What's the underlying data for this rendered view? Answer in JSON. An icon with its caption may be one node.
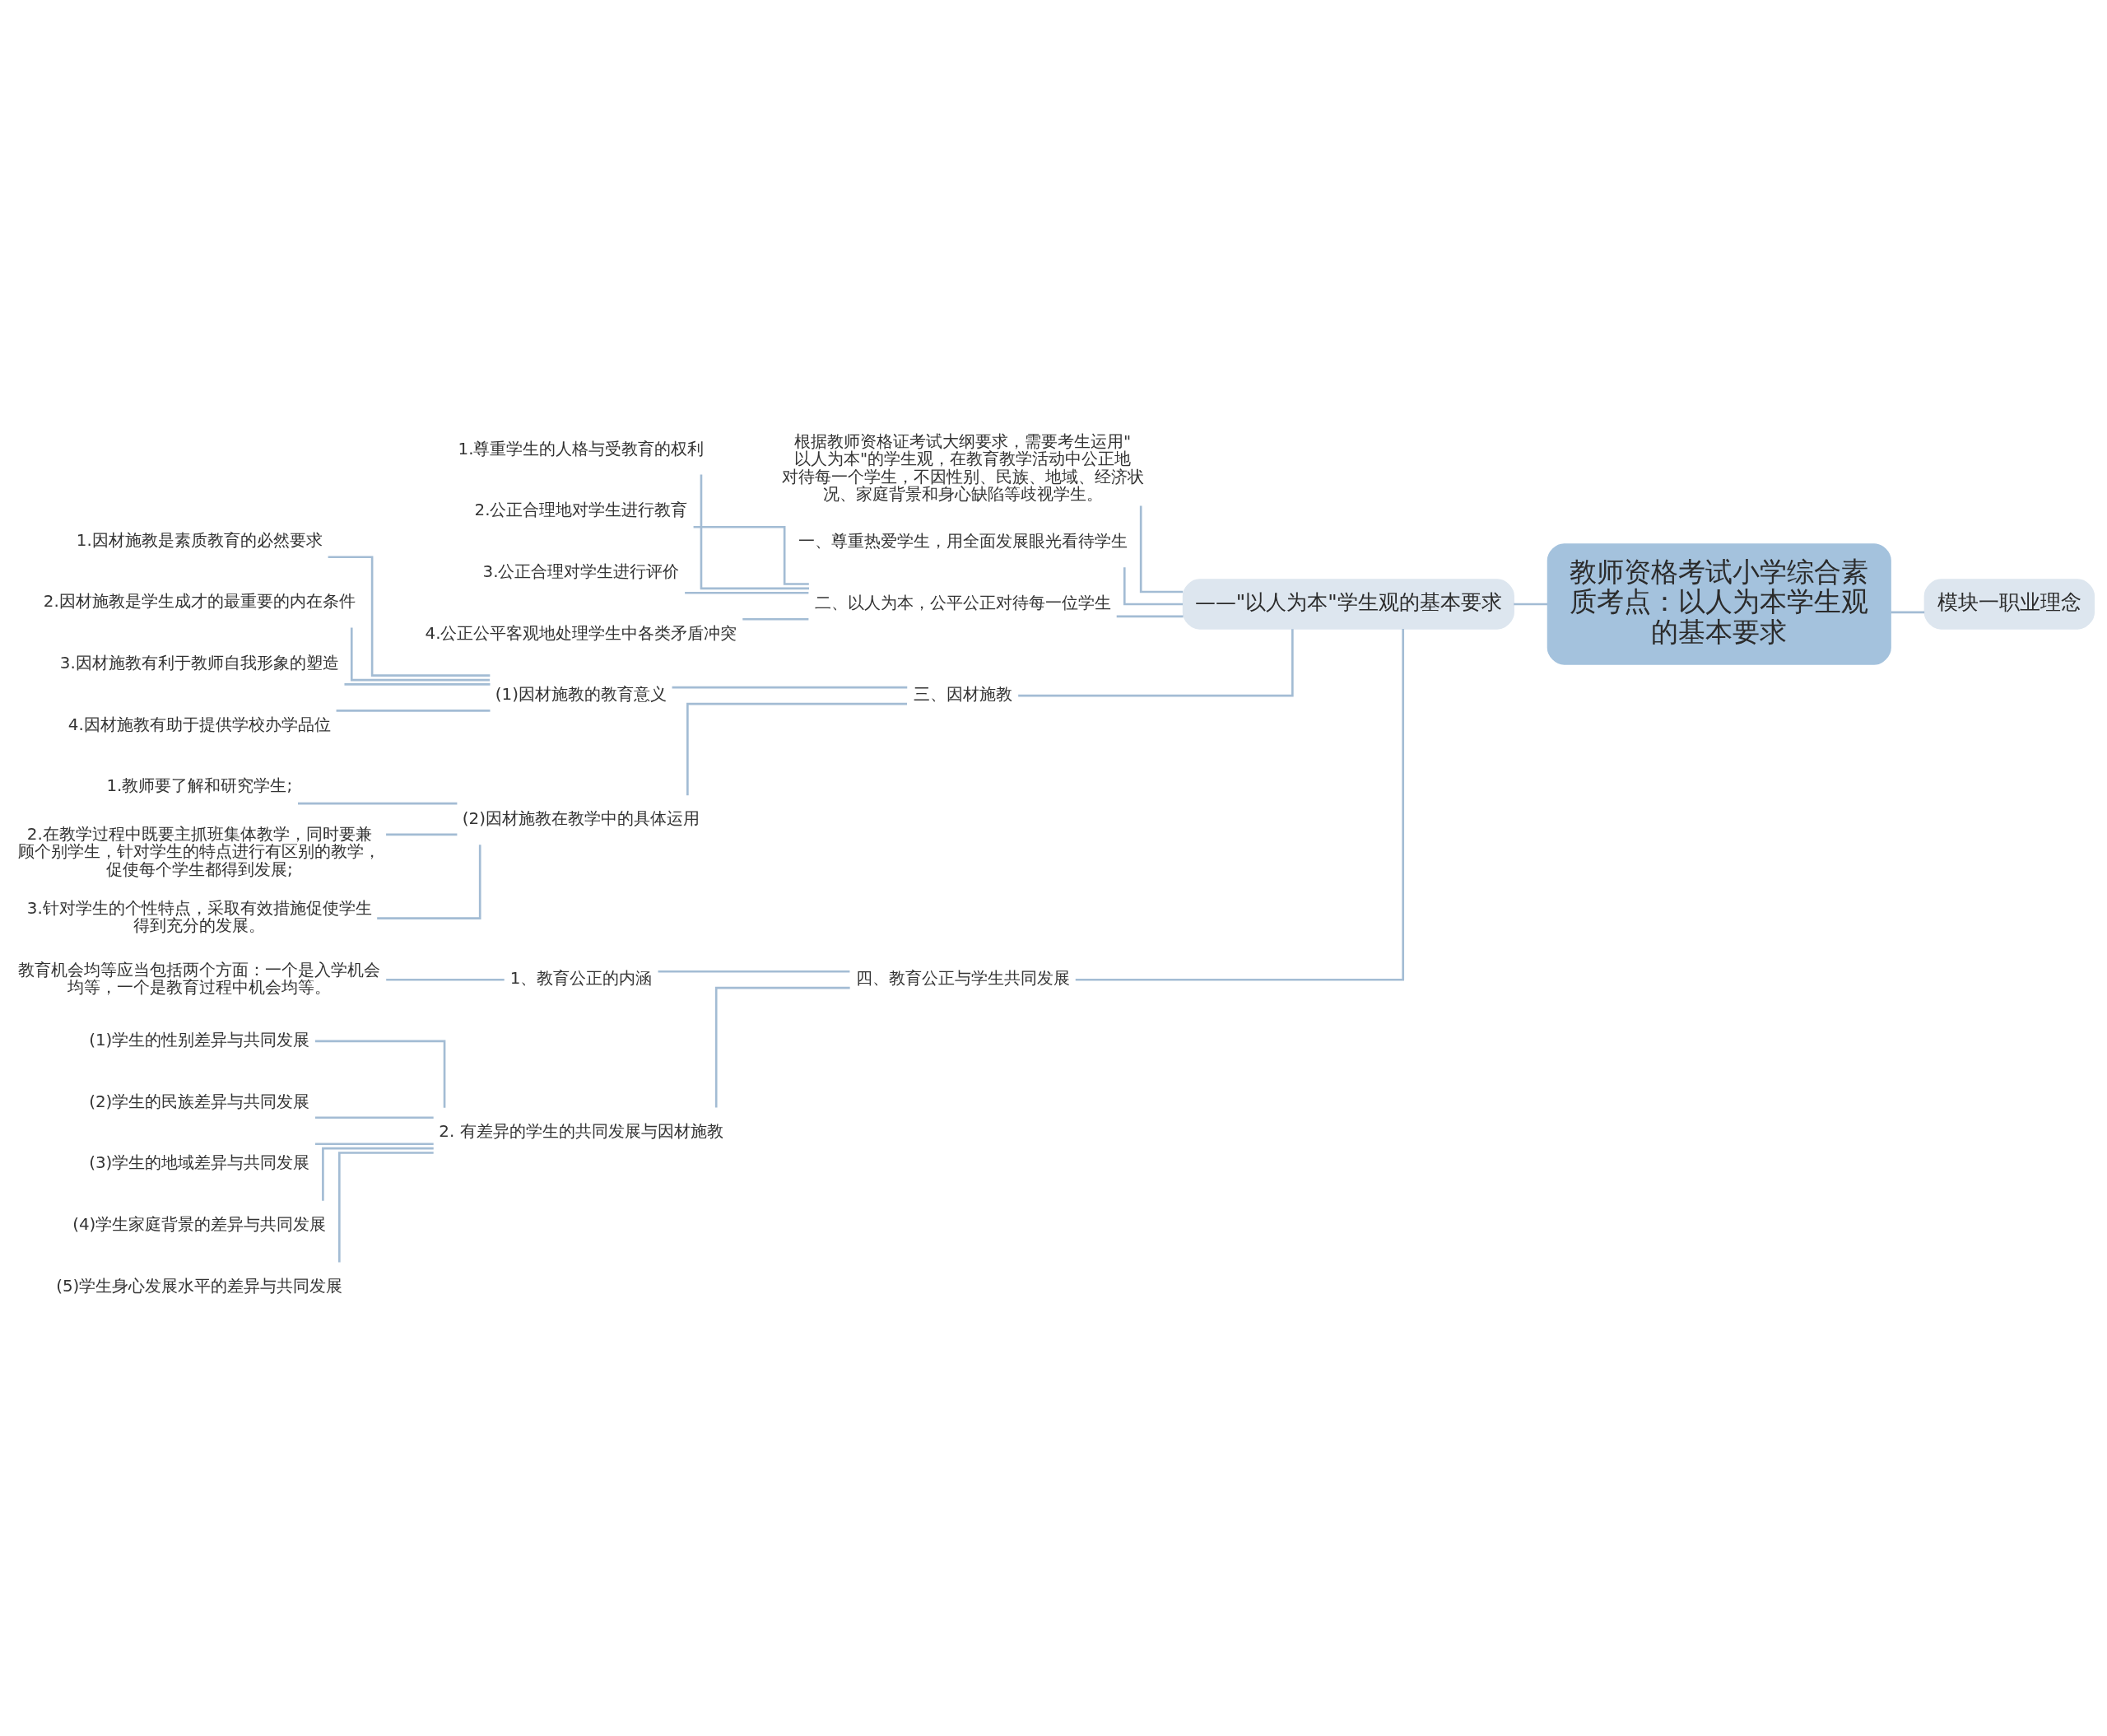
{
  "diagram": {
    "nodes": [
      {
        "text": [
          "教师资格考试小学综合素质考点：以人为本学生观的基本要求"
        ]
      },
      {
        "text": [
          "模块一职业理念"
        ]
      },
      {
        "text": [
          "——\"以人为本\"学生观的基本要求"
        ]
      },
      {
        "text": [
          "根据教师资格证考试大纲要求，需要考生运用\"以人为本\"的学生观，在教育教学活动中公正地对待每一个学生，不因性别、民族、地域、经济状况、家庭背景和身心缺陷等歧视学生。"
        ]
      },
      {
        "text": [
          "一、尊重热爱学生，用全面发展眼光看待学生"
        ]
      },
      {
        "text": [
          "二、以人为本，公平公正对待每一位学生"
        ]
      },
      {
        "text": [
          "1.尊重学生的人格与受教育的权利"
        ]
      },
      {
        "text": [
          "2.公正合理地对学生进行教育"
        ]
      },
      {
        "text": [
          "3.公正合理对学生进行评价"
        ]
      },
      {
        "text": [
          "4.公正公平客观地处理学生中各类矛盾冲突"
        ]
      },
      {
        "text": [
          "三、因材施教"
        ]
      },
      {
        "text": [
          "(1)因材施教的教育意义"
        ]
      },
      {
        "text": [
          "1.因材施教是素质教育的必然要求"
        ]
      },
      {
        "text": [
          "2.因材施教是学生成才的最重要的内在条件"
        ]
      },
      {
        "text": [
          "3.因材施教有利于教师自我形象的塑造"
        ]
      },
      {
        "text": [
          "4.因材施教有助于提供学校办学品位"
        ]
      },
      {
        "text": [
          "(2)因材施教在教学中的具体运用"
        ]
      },
      {
        "text": [
          "1.教师要了解和研究学生;"
        ]
      },
      {
        "text": [
          "2.在教学过程中既要主抓班集体教学，同时要兼顾个别学生，针对学生的特点进行有区别的教学，促使每个学生都得到发展;"
        ]
      },
      {
        "text": [
          "3.针对学生的个性特点，采取有效措施促使学生得到充分的发展。"
        ]
      },
      {
        "text": [
          "四、教育公正与学生共同发展"
        ]
      },
      {
        "text": [
          "1、教育公正的内涵"
        ]
      },
      {
        "text": [
          "教育机会均等应当包括两个方面：一个是入学机会均等，一个是教育过程中机会均等。"
        ]
      },
      {
        "text": [
          "2. 有差异的学生的共同发展与因材施教"
        ]
      },
      {
        "text": [
          "(1)学生的性别差异与共同发展"
        ]
      },
      {
        "text": [
          "(2)学生的民族差异与共同发展"
        ]
      },
      {
        "text": [
          "(3)学生的地域差异与共同发展"
        ]
      },
      {
        "text": [
          "(4)学生家庭背景的差异与共同发展"
        ]
      },
      {
        "text": [
          "(5)学生身心发展水平的差异与共同发展"
        ]
      }
    ],
    "edges": [
      {
        "from": 0,
        "to": 1,
        "arrow": "none"
      },
      {
        "from": 0,
        "to": 2,
        "arrow": "none"
      },
      {
        "from": 2,
        "to": 3,
        "arrow": "none"
      },
      {
        "from": 2,
        "to": 4,
        "arrow": "none"
      },
      {
        "from": 2,
        "to": 5,
        "arrow": "none"
      },
      {
        "from": 5,
        "to": 6,
        "arrow": "none"
      },
      {
        "from": 5,
        "to": 7,
        "arrow": "none"
      },
      {
        "from": 5,
        "to": 8,
        "arrow": "none"
      },
      {
        "from": 5,
        "to": 9,
        "arrow": "none"
      },
      {
        "from": 2,
        "to": 10,
        "arrow": "none"
      },
      {
        "from": 10,
        "to": 11,
        "arrow": "none"
      },
      {
        "from": 11,
        "to": 12,
        "arrow": "none"
      },
      {
        "from": 11,
        "to": 13,
        "arrow": "none"
      },
      {
        "from": 11,
        "to": 14,
        "arrow": "none"
      },
      {
        "from": 11,
        "to": 15,
        "arrow": "none"
      },
      {
        "from": 10,
        "to": 16,
        "arrow": "none"
      },
      {
        "from": 16,
        "to": 17,
        "arrow": "none"
      },
      {
        "from": 16,
        "to": 18,
        "arrow": "none"
      },
      {
        "from": 16,
        "to": 19,
        "arrow": "none"
      },
      {
        "from": 2,
        "to": 20,
        "arrow": "none"
      },
      {
        "from": 20,
        "to": 21,
        "arrow": "none"
      },
      {
        "from": 21,
        "to": 22,
        "arrow": "none"
      },
      {
        "from": 20,
        "to": 23,
        "arrow": "none"
      },
      {
        "from": 23,
        "to": 24,
        "arrow": "none"
      },
      {
        "from": 23,
        "to": 25,
        "arrow": "none"
      },
      {
        "from": 23,
        "to": 26,
        "arrow": "none"
      },
      {
        "from": 23,
        "to": 27,
        "arrow": "none"
      },
      {
        "from": 23,
        "to": 28,
        "arrow": "none"
      }
    ]
  }
}
